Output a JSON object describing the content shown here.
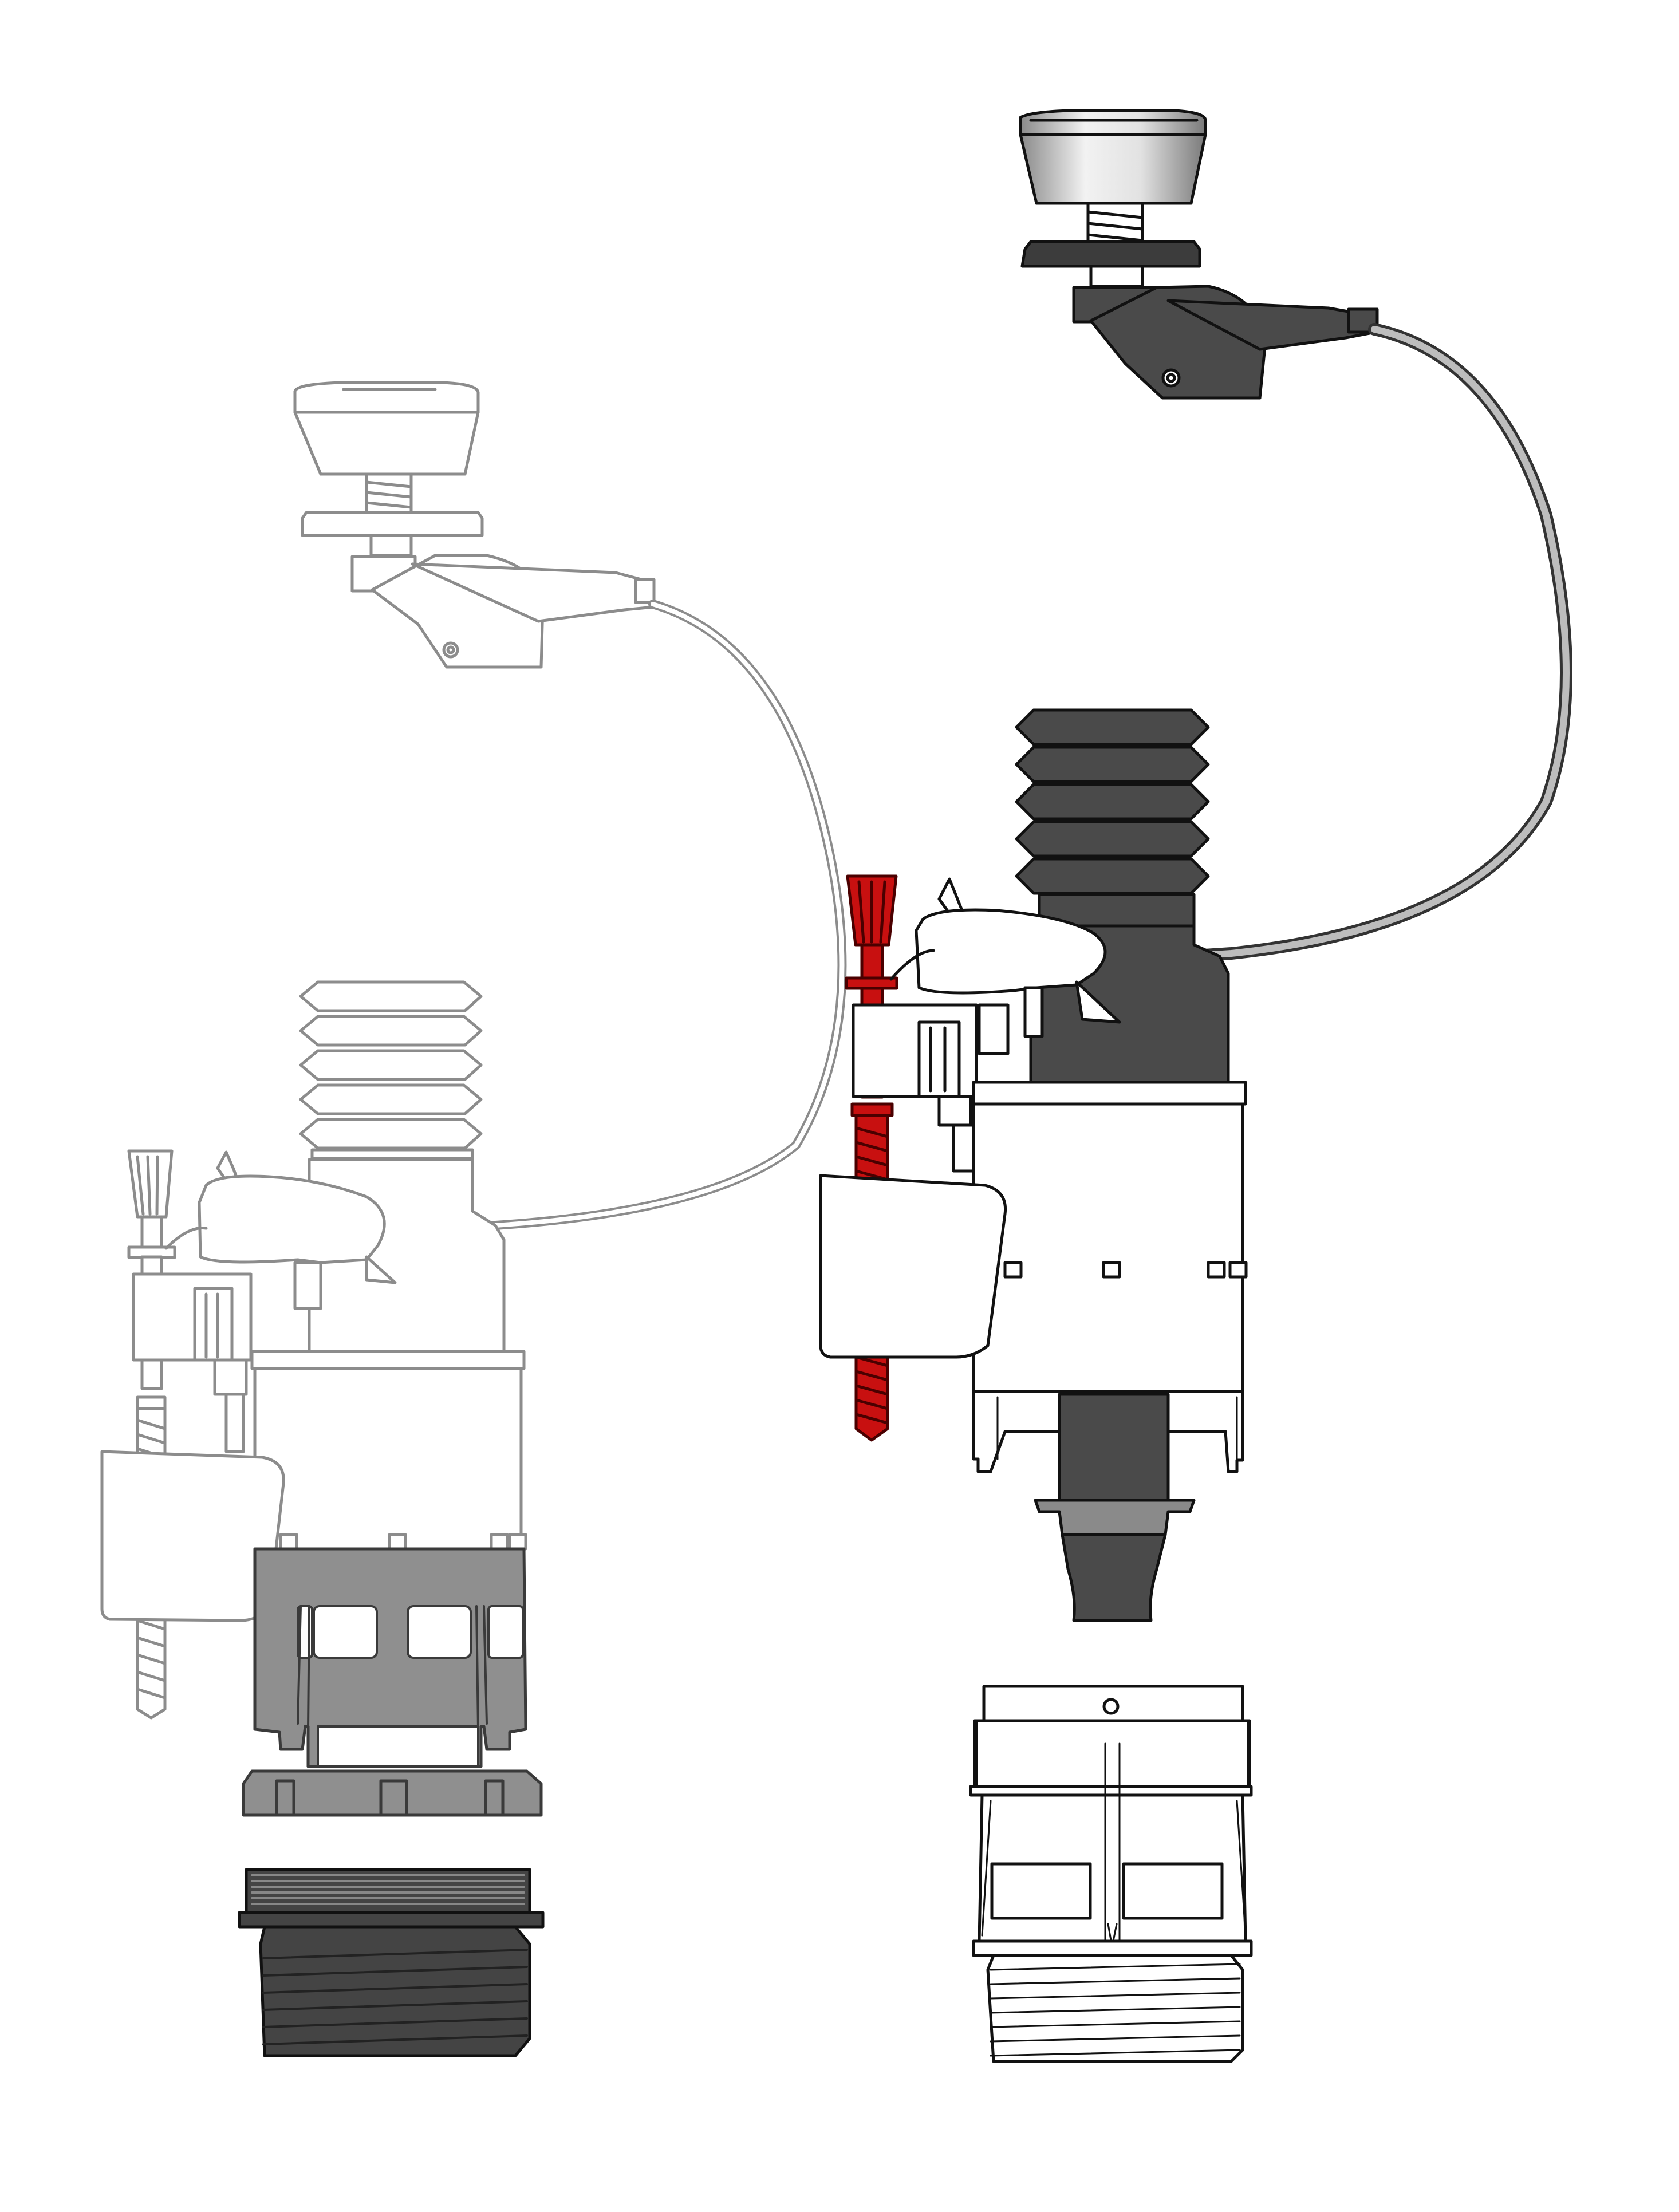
{
  "figure": {
    "assemblies": [
      {
        "id": "background-assembly",
        "style": "outline-ghost",
        "colors": {
          "stroke": "#8c8c8c",
          "cage": "#8f8f8f",
          "nut": "#444444"
        }
      },
      {
        "id": "foreground-assembly",
        "style": "solid",
        "colors": {
          "body": "#4a4a4a",
          "rod": "#c81010",
          "button": "#d9d9d9"
        }
      }
    ],
    "background": "#ffffff"
  }
}
